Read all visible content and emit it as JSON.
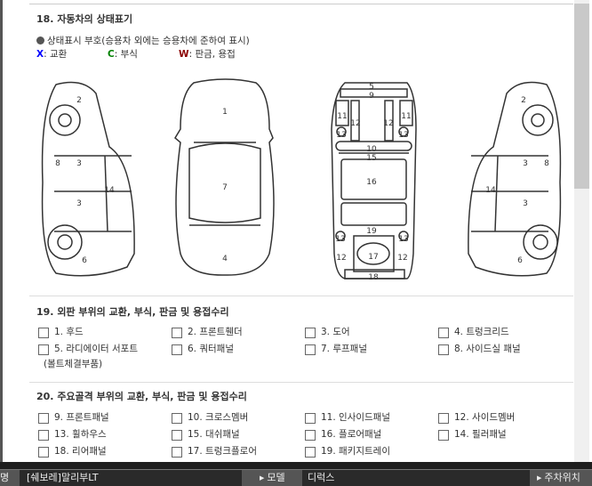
{
  "section18": {
    "title": "18. 자동차의 상태표기",
    "legend_text": "상태표시 부호(승용차 외에는 승용차에 준하여 표시)",
    "symbols": [
      {
        "sym": "X",
        "label": ": 교환",
        "color": "#0000ff"
      },
      {
        "sym": "C",
        "label": ": 부식",
        "color": "#008000"
      },
      {
        "sym": "W",
        "label": ": 판금, 용접",
        "color": "#8b0000"
      }
    ],
    "diagram_labels": {
      "left": [
        "2",
        "3",
        "3",
        "6",
        "8",
        "14"
      ],
      "top": [
        "1",
        "7",
        "4"
      ],
      "under": [
        "5",
        "9",
        "11",
        "12",
        "12",
        "11",
        "13",
        "13",
        "10",
        "15",
        "16",
        "19",
        "13",
        "13",
        "12",
        "17",
        "12",
        "18"
      ],
      "right": [
        "2",
        "3",
        "3",
        "6",
        "8",
        "14"
      ]
    }
  },
  "section19": {
    "title": "19. 외판 부위의 교환, 부식, 판금 및 용접수리",
    "items": [
      "1. 후드",
      "2. 프론트휀더",
      "3. 도어",
      "4. 트렁크리드",
      "5. 라디에이터 서포트",
      "6. 쿼터패널",
      "7. 루프패널",
      "8. 사이드실 패널"
    ],
    "item5_sub": "(볼트체결부품)"
  },
  "section20": {
    "title": "20. 주요골격 부위의 교환, 부식, 판금 및 용접수리",
    "items": [
      "9. 프론트패널",
      "10. 크로스멤버",
      "11. 인사이드패널",
      "12. 사이드멤버",
      "13. 휠하우스",
      "15. 대쉬패널",
      "16. 플로어패널",
      "14. 필러패널",
      "18. 리어패널",
      "17. 트렁크플로어",
      "19. 패키지트레이"
    ]
  },
  "bottom_bar": {
    "name_label_cut": "명",
    "car_name": "[쉐보레]말리부LT",
    "model_label": "모델",
    "model_value": "디럭스",
    "parking_label": "주차위치"
  }
}
